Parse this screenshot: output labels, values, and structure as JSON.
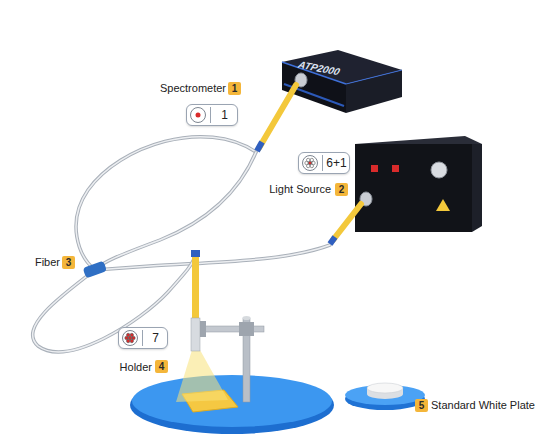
{
  "diagram": {
    "nodes": [
      {
        "text": [
          "1"
        ]
      },
      {
        "text": [
          "1"
        ]
      },
      {
        "text": [
          "6+1"
        ]
      },
      {
        "text": [
          "2"
        ]
      },
      {
        "text": [
          "3"
        ]
      },
      {
        "text": [
          "7"
        ]
      },
      {
        "text": [
          "4"
        ]
      },
      {
        "text": [
          "5"
        ]
      }
    ],
    "labels": [
      "ATP2000",
      "Spectrometer",
      "Light Source",
      "Fiber",
      "Holder",
      "Standard White Plate"
    ]
  }
}
